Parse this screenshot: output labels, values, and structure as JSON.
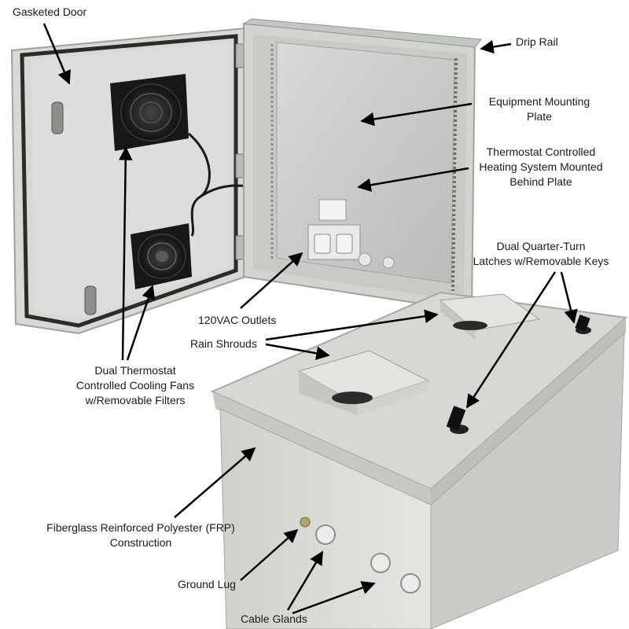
{
  "labels": {
    "gasketed_door": "Gasketed Door",
    "drip_rail": "Drip Rail",
    "mounting_plate": "Equipment Mounting\nPlate",
    "heating_system": "Thermostat Controlled\nHeating System Mounted\nBehind Plate",
    "latches": "Dual Quarter-Turn\nLatches w/Removable Keys",
    "outlets": "120VAC Outlets",
    "rain_shrouds": "Rain Shrouds",
    "cooling_fans": "Dual Thermostat\nControlled Cooling Fans\nw/Removable Filters",
    "frp": "Fiberglass Reinforced Polyester (FRP)\nConstruction",
    "ground_lug": "Ground Lug",
    "cable_glands": "Cable Glands"
  },
  "colors": {
    "enclosure": "#d9dcd6",
    "enclosure_shadow": "#b9bdb6",
    "plate": "#c6c9c6",
    "fan": "#1b1b1b",
    "arrow": "#000000",
    "text": "#1a1a1a"
  },
  "icons": [
    "fan-icon",
    "outlet-icon",
    "latch-key-icon",
    "cable-gland-icon"
  ]
}
